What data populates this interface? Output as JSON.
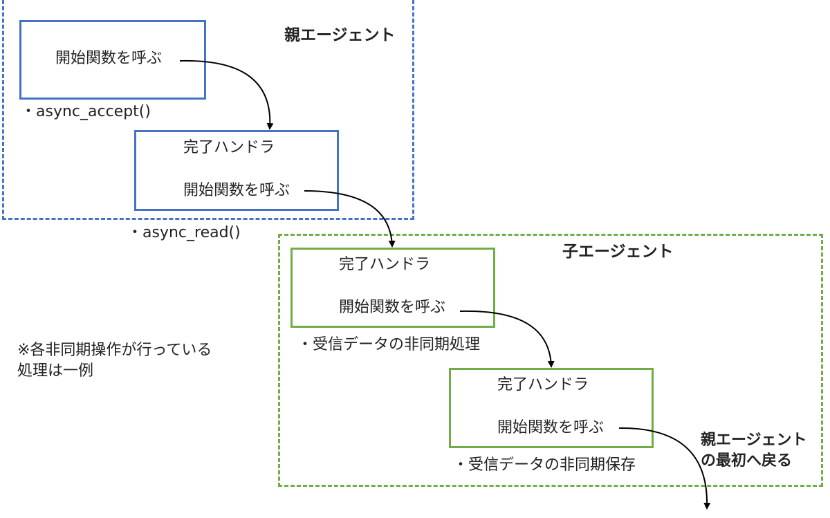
{
  "parent_agent": {
    "title": "親エージェント",
    "box1": {
      "call_start": "開始関数を呼ぶ"
    },
    "op1": "・async_accept()",
    "box2": {
      "handler": "完了ハンドラ",
      "call_start": "開始関数を呼ぶ"
    },
    "op2": "・async_read()"
  },
  "child_agent": {
    "title": "子エージェント",
    "box3": {
      "handler": "完了ハンドラ",
      "call_start": "開始関数を呼ぶ"
    },
    "op3": "・受信データの非同期処理",
    "box4": {
      "handler": "完了ハンドラ",
      "call_start": "開始関数を呼ぶ"
    },
    "op4": "・受信データの非同期保存"
  },
  "note": {
    "line1": "※各非同期操作が行っている",
    "line2": "処理は一例"
  },
  "return_label": {
    "line1": "親エージェント",
    "line2": "の最初へ戻る"
  },
  "colors": {
    "parent": "#4472c4",
    "child": "#70ad47",
    "arrow": "#000000"
  }
}
